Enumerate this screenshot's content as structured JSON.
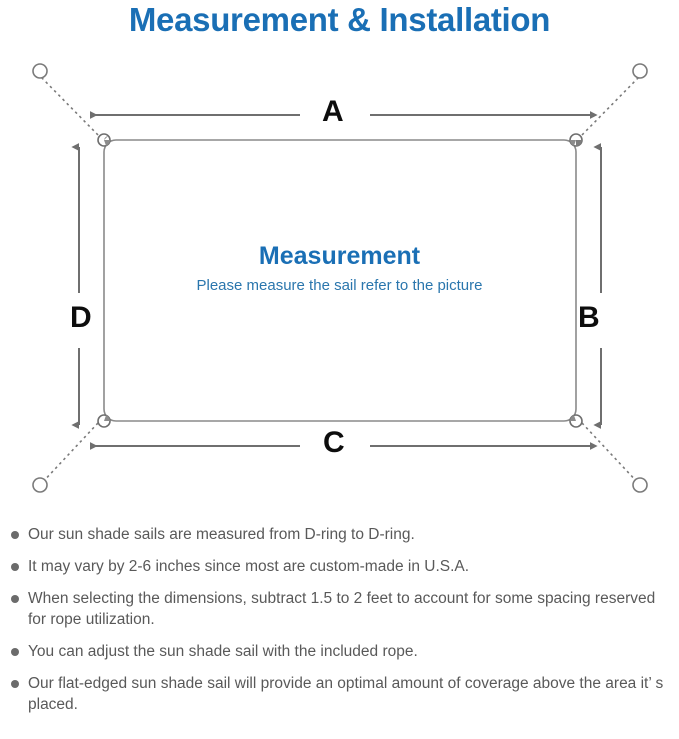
{
  "page": {
    "title": "Measurement & Installation",
    "title_color": "#1a6fb5",
    "background_color": "#ffffff"
  },
  "diagram": {
    "name": "sun-shade-sail-measurement-diagram",
    "inner_title": "Measurement",
    "inner_subtitle": "Please measure the sail refer to the picture",
    "inner_title_color": "#1a6fb5",
    "stroke_color": "#6f6f6f",
    "labels": {
      "top": "A",
      "right": "B",
      "bottom": "C",
      "left": "D"
    },
    "elements": {
      "sail_shape": "rounded-rectangle",
      "corner_fitting": "d-ring",
      "rope": "dotted-diagonal-line",
      "anchor": "circle-anchor-point",
      "dimension_arrow": "double-headed-arrow"
    }
  },
  "notes": {
    "items": [
      {
        "text": "Our sun shade sails are measured from D-ring to D-ring."
      },
      {
        "text": "It may vary by 2-6 inches since most are custom-made in U.S.A."
      },
      {
        "text": "When selecting the dimensions, subtract 1.5 to 2 feet to account for some spacing reserved for rope utilization."
      },
      {
        "text": "You can adjust the sun shade sail with the included rope."
      },
      {
        "text": "Our flat-edged sun shade sail will provide an optimal amount of coverage above the area it’ s placed."
      }
    ],
    "bullet_color": "#6b6b6b",
    "text_color": "#595959"
  }
}
